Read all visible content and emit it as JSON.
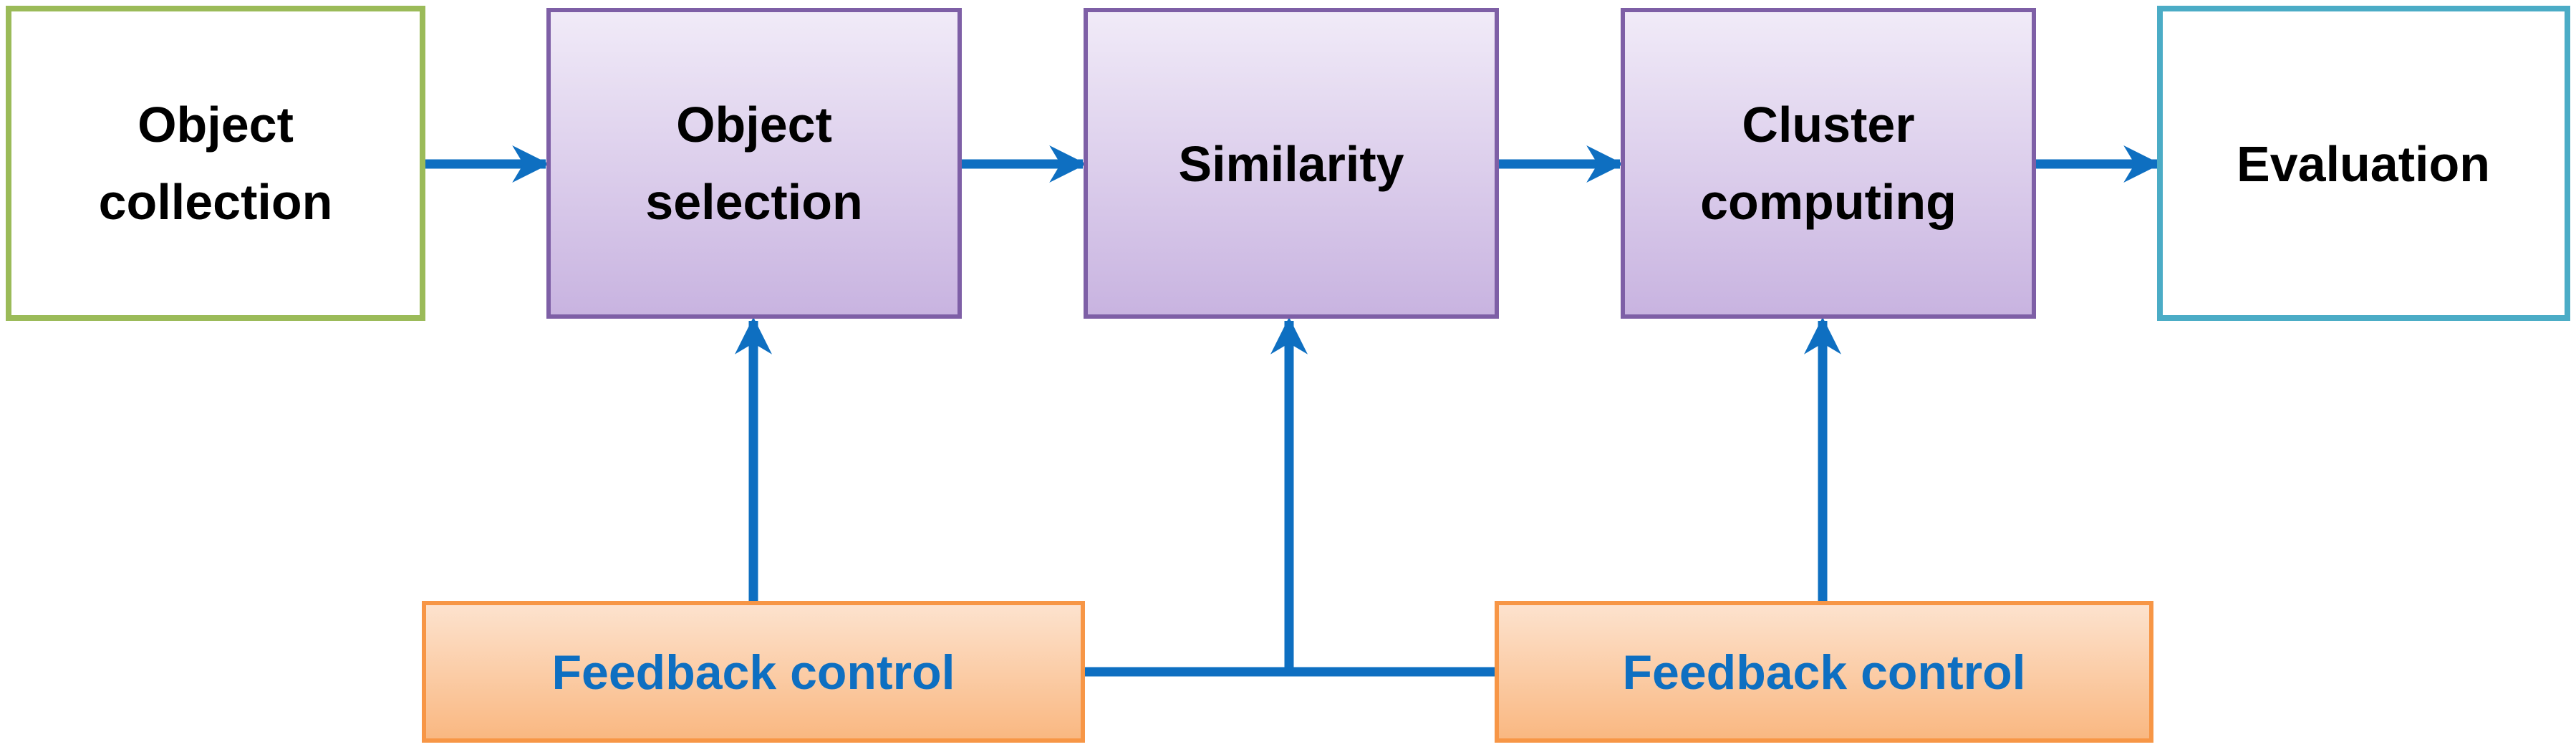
{
  "diagram": {
    "nodes": {
      "object_collection": {
        "lines": [
          "Object",
          "collection"
        ]
      },
      "object_selection": {
        "lines": [
          "Object",
          "selection"
        ]
      },
      "similarity": {
        "lines": [
          "Similarity"
        ]
      },
      "cluster_computing": {
        "lines": [
          "Cluster",
          "computing"
        ]
      },
      "evaluation": {
        "lines": [
          "Evaluation"
        ]
      },
      "feedback_left": {
        "lines": [
          "Feedback control"
        ]
      },
      "feedback_right": {
        "lines": [
          "Feedback control"
        ]
      }
    },
    "colors": {
      "arrow": "#0e6fc1",
      "process_border": "#7e5fa6",
      "process_fill_top": "#f1ebf8",
      "process_fill_bottom": "#c8b3e0",
      "start_border": "#9bbb59",
      "end_border": "#4bacc6",
      "feedback_border": "#f79646",
      "feedback_fill_top": "#fde3cf",
      "feedback_fill_bottom": "#f9b780",
      "feedback_text": "#0e6fc1",
      "box_text": "#000000"
    }
  }
}
